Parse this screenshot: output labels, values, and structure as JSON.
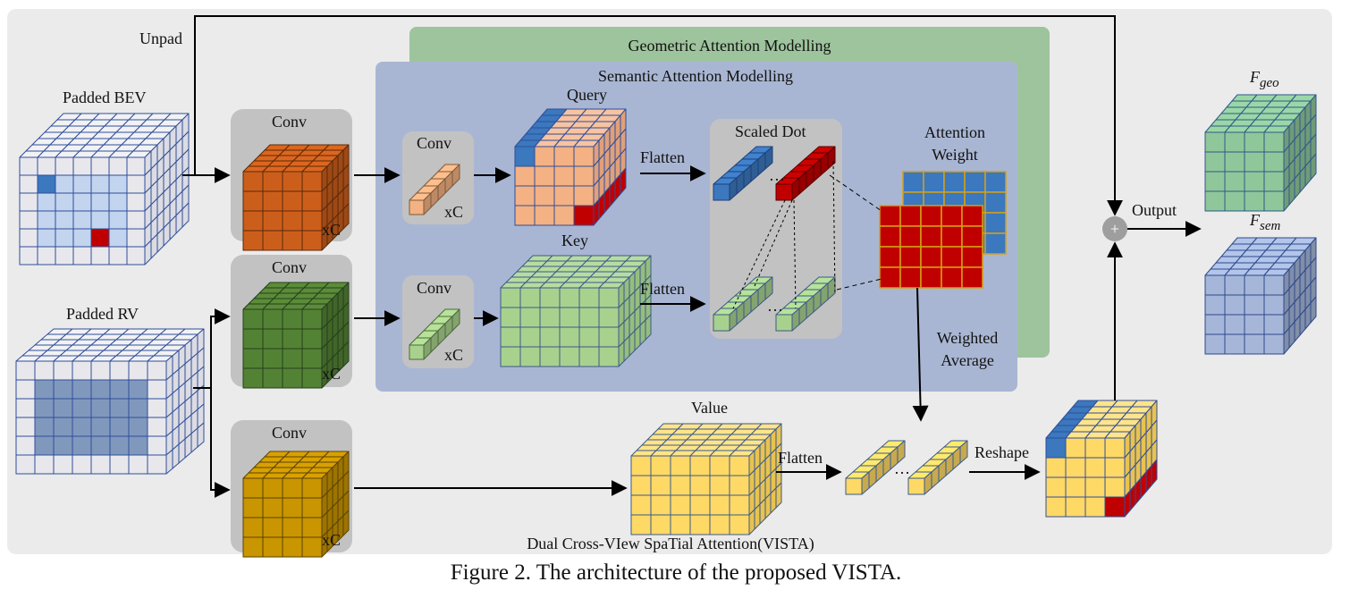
{
  "title": "Dual Cross-VIew SpaTial Attention(VISTA)",
  "caption": "Figure 2. The architecture of the proposed VISTA.",
  "labels": {
    "unpad": "Unpad",
    "padded_bev": "Padded BEV",
    "padded_rv": "Padded RV",
    "conv": "Conv",
    "xc": "xC",
    "geometric": "Geometric Attention Modelling",
    "semantic": "Semantic Attention Modelling",
    "query": "Query",
    "key": "Key",
    "value": "Value",
    "flatten": "Flatten",
    "scaled_dot": "Scaled Dot",
    "attention_weight_1": "Attention",
    "attention_weight_2": "Weight",
    "weighted_1": "Weighted",
    "weighted_2": "Average",
    "reshape": "Reshape",
    "output": "Output",
    "f_geo_main": "F",
    "f_geo_sub": "geo",
    "f_sem_main": "F",
    "f_sem_sub": "sem",
    "dots": "…"
  },
  "colors": {
    "panel": "#ebebeb",
    "geometric_bg": "#9dc49c",
    "semantic_bg": "#a9b6d3",
    "conv_bg": "#c2c2c2",
    "bev_fill": "#e8e8ec",
    "bev_light": "#c3d4ef",
    "bev_blue": "#3b78be",
    "bev_red": "#c00000",
    "rv_dark": "#8198bd",
    "orange": "#cc5e1c",
    "dark_green": "#548235",
    "gold": "#c99500",
    "peach": "#f4b183",
    "light_green": "#a9d18e",
    "yellow": "#ffd966",
    "grid_stroke": "#2f4e9a",
    "geo_cube": "#8fc79a",
    "sem_cube": "#a6b6d9"
  }
}
